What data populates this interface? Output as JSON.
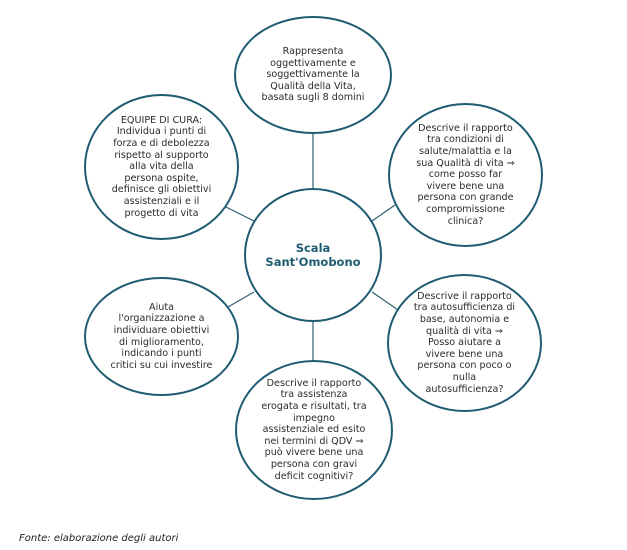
{
  "colors": {
    "stroke": "#1f5c72",
    "connector": "#2e5f70",
    "text": "#2b2b2b"
  },
  "center": {
    "label": "Scala\nSant'Omobono"
  },
  "nodes": [
    {
      "id": "top",
      "text": "Rappresenta\noggettivamente e\nsoggettivamente la\nQualità della Vita,\nbasata sugli 8 domini"
    },
    {
      "id": "top-right",
      "text": "Descrive il rapporto\ntra condizioni di\nsalute/malattia e la\nsua Qualità di vita ⇒\ncome posso far\nvivere bene una\npersona con grande\ncompromissione\nclinica?"
    },
    {
      "id": "bottom-right",
      "text": "Descrive il rapporto\ntra autosufficienza di\nbase, autonomia e\nqualità di vita ⇒\nPosso aiutare a\nvivere bene una\npersona con poco o\nnulla\nautosufficienza?"
    },
    {
      "id": "bottom",
      "text": "Descrive il rapporto\ntra assistenza\nerogata e risultati, tra\nimpegno\nassistenziale ed esito\nnei termini di QDV ⇒\npuò vivere bene una\npersona con gravi\ndeficit cognitivi?"
    },
    {
      "id": "bottom-left",
      "text": "Aiuta\nl'organizzazione a\nindividuare obiettivi\ndi miglioramento,\nindicando i punti\ncritici su cui investire"
    },
    {
      "id": "top-left",
      "text": "EQUIPE DI CURA:\nIndividua i punti di\nforza e di debolezza\nrispetto al supporto\nalla vita della\npersona ospite,\ndefinisce gli obiettivi\nassistenziali e il\nprogetto di vita"
    }
  ],
  "caption": "Fonte: elaborazione degli autori"
}
